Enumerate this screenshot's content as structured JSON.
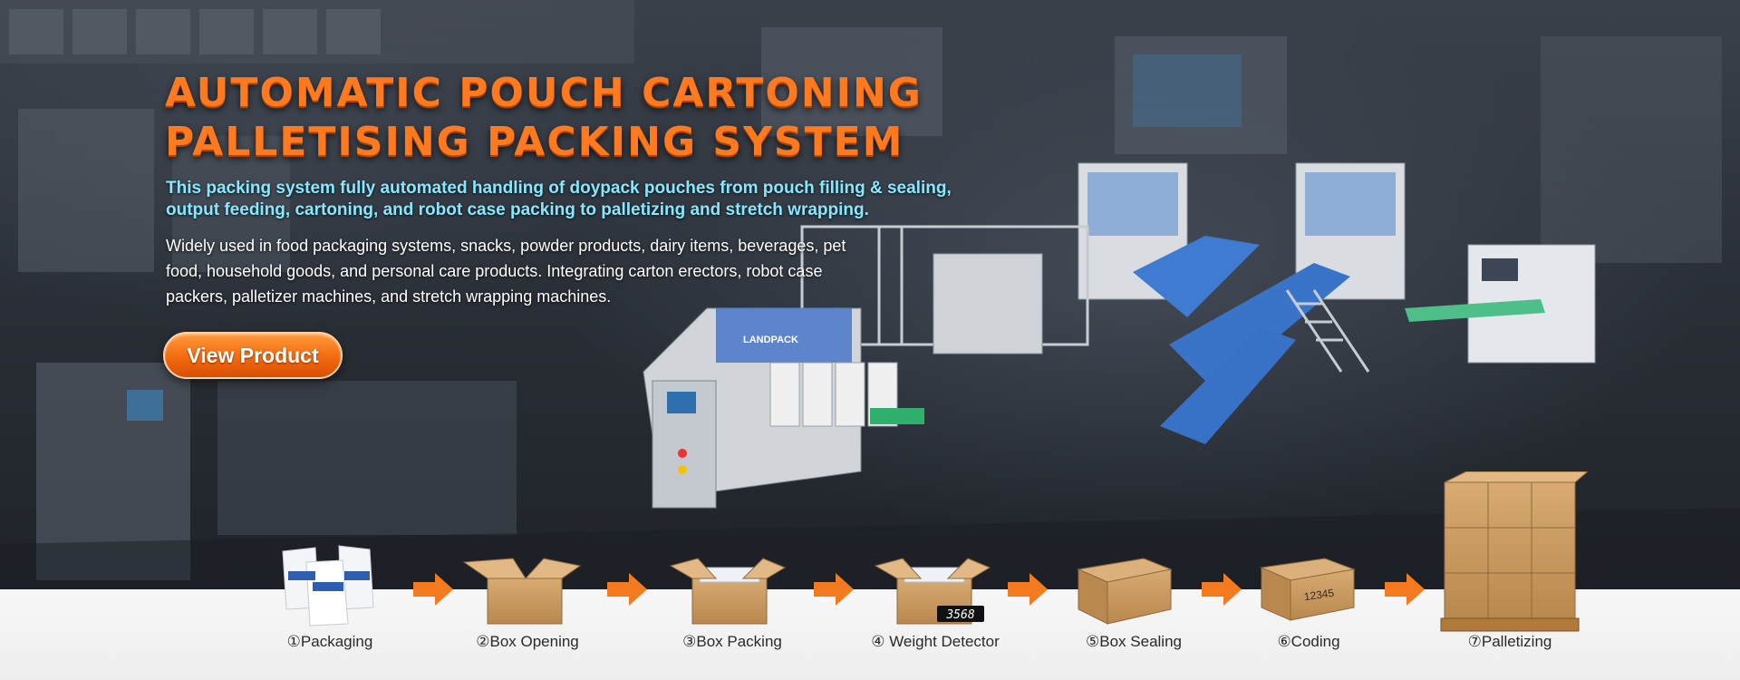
{
  "banner": {
    "headline": {
      "line1": "AUTOMATIC POUCH CARTONING",
      "line2": "PALLETISING PACKING SYSTEM"
    },
    "subheading": "This packing system fully automated handling of doypack pouches from pouch filling & sealing, output feeding, cartoning, and robot case packing to palletizing and stretch wrapping.",
    "description": "Widely used in food packaging systems, snacks, powder products, dairy items, beverages, pet food, household goods, and personal care products. Integrating carton erectors, robot case packers, palletizer machines, and stretch wrapping machines.",
    "cta_label": "View Product"
  },
  "machine_brand": "LANDPACK",
  "process": {
    "steps": [
      {
        "label": "①Packaging",
        "icon": "pouch-bags-icon"
      },
      {
        "label": "②Box Opening",
        "icon": "open-box-icon"
      },
      {
        "label": "③Box Packing",
        "icon": "packed-box-icon"
      },
      {
        "label": "④ Weight Detector",
        "icon": "weighed-box-icon"
      },
      {
        "label": "⑤Box Sealing",
        "icon": "sealed-box-icon"
      },
      {
        "label": "⑥Coding",
        "icon": "coded-box-icon"
      },
      {
        "label": "⑦Palletizing",
        "icon": "pallet-icon"
      }
    ],
    "weight_display": "3568",
    "coding_text": "12345",
    "arrow_icon": "orange-arrow-icon"
  },
  "colors": {
    "headline": "#ff7a1e",
    "subheading": "#86e8ff",
    "cta": "#f26a10",
    "arrow": "#f47a20",
    "cardboard": "#c9995f"
  }
}
